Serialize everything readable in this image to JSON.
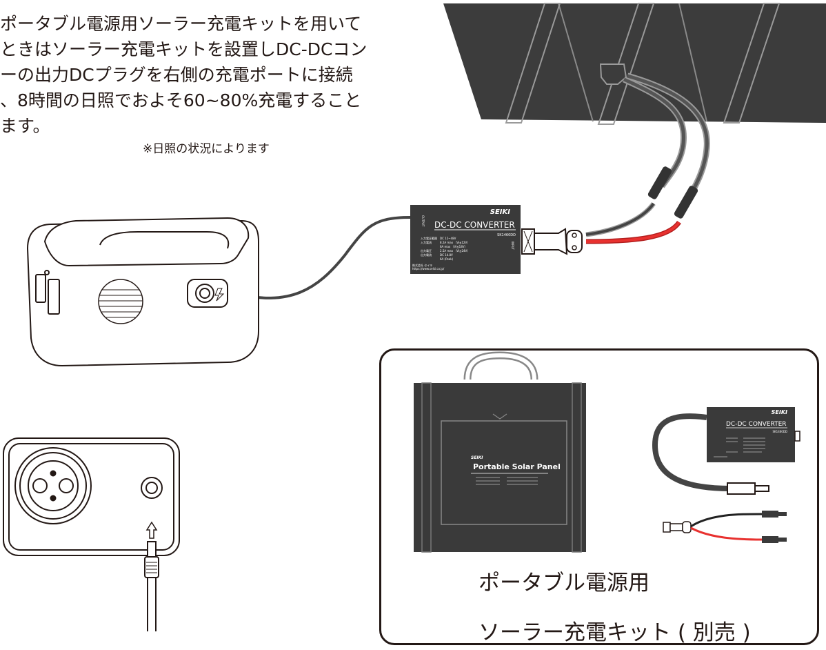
{
  "intro": {
    "lines": [
      "ポータブル電源用ソーラー充電キットを用いて",
      "ときはソーラー充電キットを設置しDC-DCコン",
      "ーの出力DCプラグを右側の充電ポートに接続",
      "、8時間の日照でおよそ60~80%充電すること",
      "ます。"
    ],
    "note": "※日照の状況によります"
  },
  "converter": {
    "brand": "SEIKI",
    "title": "DC-DC CONVERTER",
    "model": "SK1460DD",
    "output_label": "OUTPUT",
    "input_label": "INPUT",
    "spec_labels": [
      "入力電圧範囲",
      "入力電流",
      "",
      "",
      "出力電圧",
      "出力電流"
    ],
    "spec_values": [
      "DC 12~48V",
      "8.2A max （Vi≦12V）",
      "6A max （Vi≦18V）",
      "2.5A max （Vi≧24V）",
      "DC 14.8V",
      "6A (Peak)"
    ],
    "maker": "株式会社 セイキ",
    "url": "https://www.seiki.co.jp/"
  },
  "kit": {
    "panel_brand": "SEIKI",
    "panel_name": "Portable Solar Panel",
    "title_line1": "ポータブル電源用",
    "title_line2": "ソーラー充電キット ( 別売 )"
  }
}
